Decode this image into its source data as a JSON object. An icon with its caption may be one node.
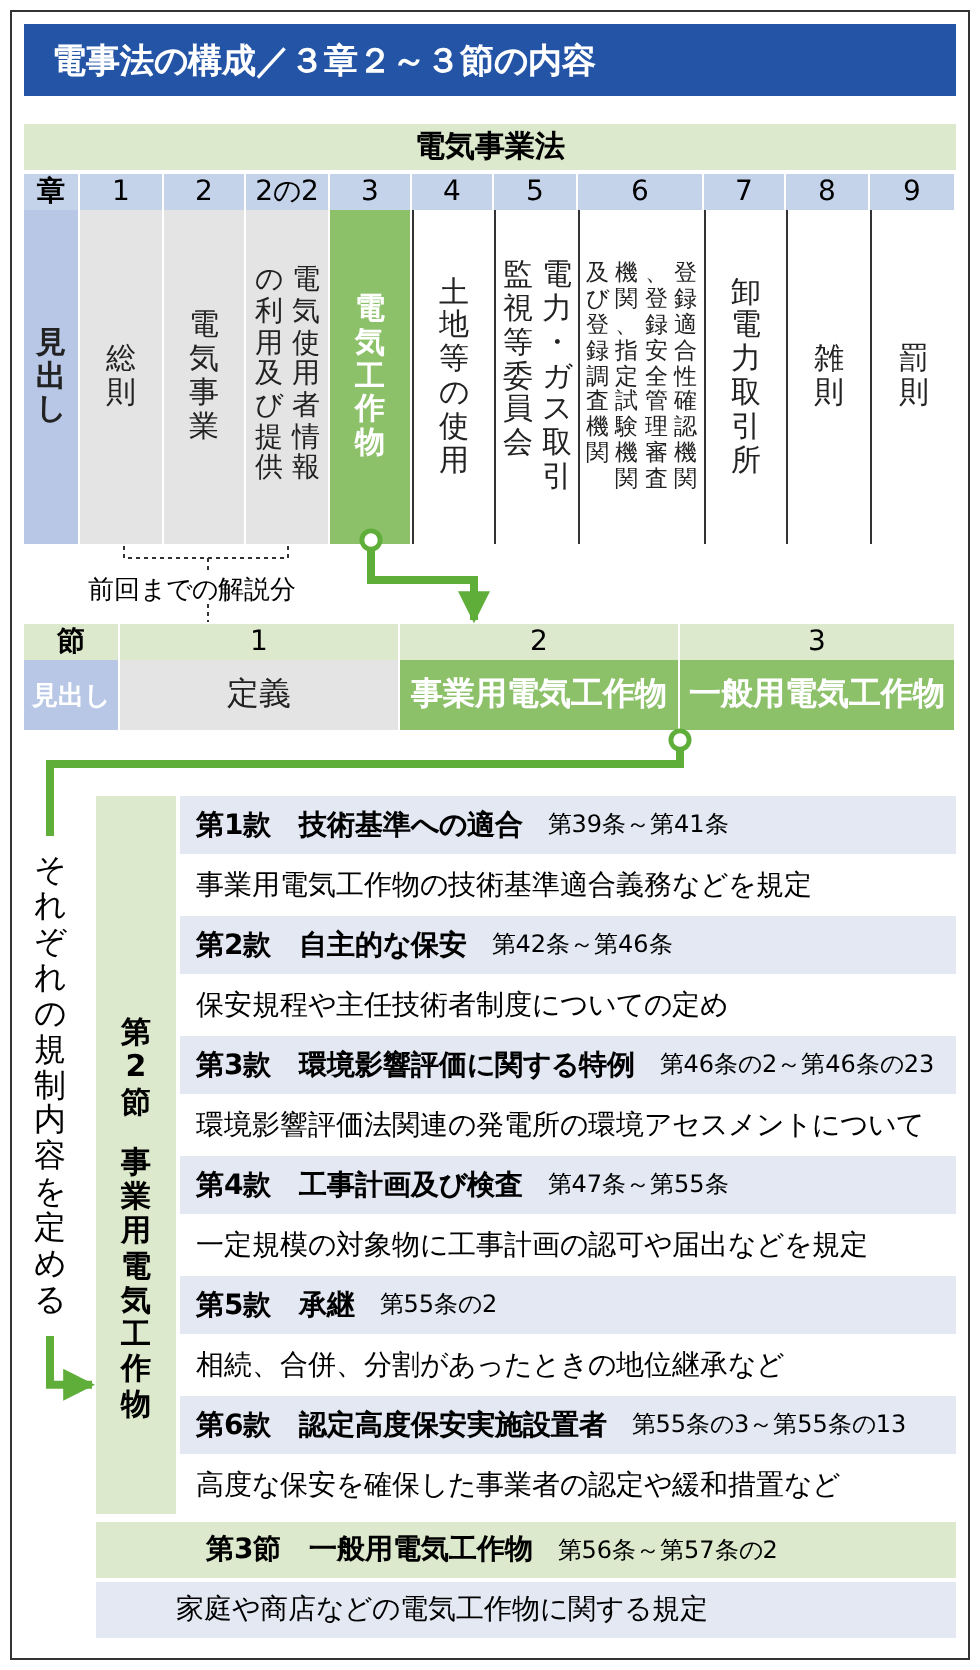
{
  "diagram": {
    "title": "電事法の構成／３章２～３節の内容",
    "nodes": [
      {
        "text": [
          "電気事業法"
        ]
      },
      {
        "text": [
          "章",
          "見出し"
        ]
      },
      {
        "text": [
          "1",
          "総則"
        ]
      },
      {
        "text": [
          "2",
          "電気事業"
        ]
      },
      {
        "text": [
          "2の2",
          "電気使用者情報の利用及び提供"
        ]
      },
      {
        "text": [
          "3",
          "電気工作物"
        ]
      },
      {
        "text": [
          "4",
          "土地等の使用"
        ]
      },
      {
        "text": [
          "5",
          "電力・ガス取引監視等委員会"
        ]
      },
      {
        "text": [
          "6",
          "登録適合性確認機関、登録安全管理審査機関、指定試験機関及び登録調査機関"
        ]
      },
      {
        "text": [
          "7",
          "卸電力取引所"
        ]
      },
      {
        "text": [
          "8",
          "雑則"
        ]
      },
      {
        "text": [
          "9",
          "罰則"
        ]
      },
      {
        "text": [
          "節",
          "見出し"
        ]
      },
      {
        "text": [
          "1",
          "定義"
        ]
      },
      {
        "text": [
          "2",
          "事業用電気工作物"
        ]
      },
      {
        "text": [
          "3",
          "一般用電気工作物"
        ]
      },
      {
        "text": [
          "第2節",
          "事業用電気工作物"
        ]
      },
      {
        "text": [
          "**第1款　技術基準への適合**　第39条～第41条",
          "事業用電気工作物の技術基準適合義務などを規定"
        ]
      },
      {
        "text": [
          "**第2款　自主的な保安**　第42条～第46条",
          "保安規程や主任技術者制度についての定め"
        ]
      },
      {
        "text": [
          "**第3款　環境影響評価に関する特例**　第46条の2～第46条の23",
          "環境影響評価法関連の発電所の環境アセスメントについて"
        ]
      },
      {
        "text": [
          "**第4款　工事計画及び検査**　第47条～第55条",
          "一定規模の対象物に工事計画の認可や届出などを規定"
        ]
      },
      {
        "text": [
          "**第5款　承継**　第55条の2",
          "相続、合併、分割があったときの地位継承など"
        ]
      },
      {
        "text": [
          "**第6款　認定高度保安実施設置者**　第55条の3～第55条の13",
          "高度な保安を確保した事業者の認定や緩和措置など"
        ]
      },
      {
        "text": [
          "**第3節　一般用電気工作物**　第56条～第57条の2",
          "家庭や商店などの電気工作物に関する規定"
        ]
      }
    ],
    "edges": [
      {
        "from": 5,
        "to": 14,
        "arrow": "to"
      },
      {
        "from": 14,
        "to": 16,
        "arrow": "to",
        "label": "それぞれの規制内容を定める"
      }
    ],
    "labels": [
      "前回までの解説分"
    ]
  }
}
